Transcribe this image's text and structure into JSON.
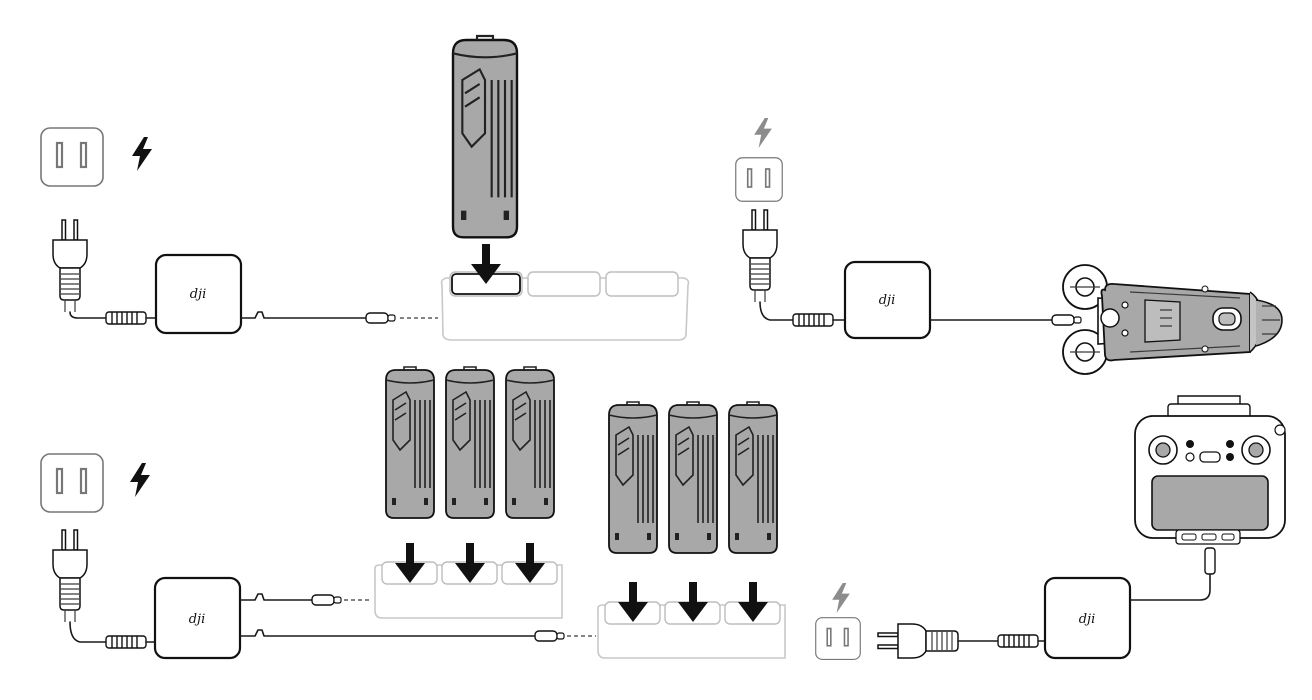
{
  "adapter": {
    "brand_logo": "dji"
  },
  "colors": {
    "power_active": "#111111",
    "power_inactive": "#8c8c8c",
    "battery_fill": "#a8a8a8",
    "outline": "#1a1a1a",
    "hub_outline": "#c8c8c8"
  },
  "icons": {
    "power": "lightning-bolt-icon",
    "outlet": "wall-outlet-icon",
    "plug": "power-plug-icon"
  },
  "scenarios": [
    {
      "id": "battery-hub-single",
      "power_state": "active"
    },
    {
      "id": "aircraft-direct",
      "power_state": "inactive"
    },
    {
      "id": "battery-hub-dual",
      "power_state": "active"
    },
    {
      "id": "remote-controller",
      "power_state": "inactive"
    }
  ]
}
